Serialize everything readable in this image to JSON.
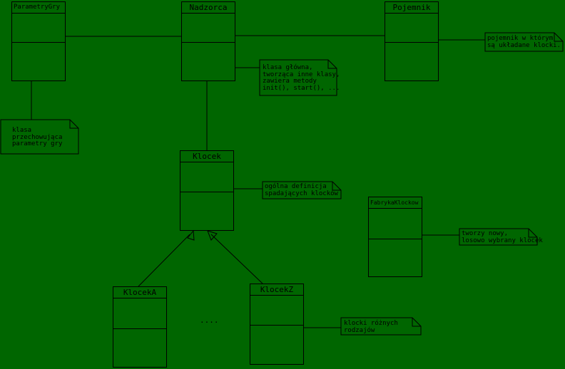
{
  "classes": {
    "parametry_gry": "ParametryGry",
    "nadzorca": "Nadzorca",
    "pojemnik": "Pojemnik",
    "klocek": "Klocek",
    "fabryka_klockow": "FabrykaKlockow",
    "klocek_a": "KlocekA",
    "klocek_z": "KlocekZ"
  },
  "notes": {
    "parametry_gry": "klasa\nprzechowująca\nparametry gry",
    "nadzorca": "klasa główna,\ntworząca inne klasy,\nzawiera metody\ninit(), start(), ...",
    "pojemnik": "pojemnik w którym\nsą układane klocki.",
    "klocek": "ogólna definicja\nspadających klocków",
    "fabryka_klockow": "tworzy nowy,\nlosowo wybrany klocek",
    "klocki_pochodne": "klocki różnych\nrodzajów"
  },
  "ellipsis": "....",
  "colors": {
    "background": "#006600",
    "line": "#000000"
  }
}
